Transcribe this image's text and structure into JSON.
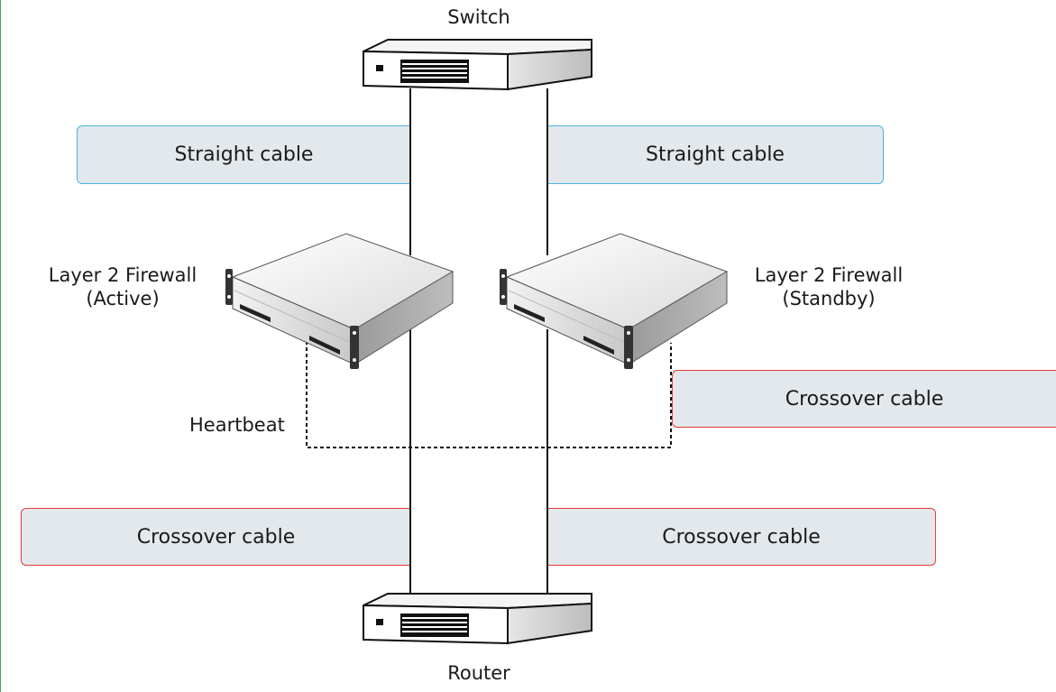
{
  "devices": {
    "switch": "Switch",
    "router": "Router",
    "firewall_active": [
      "Layer 2 Firewall",
      "(Active)"
    ],
    "firewall_standby": [
      "Layer 2 Firewall",
      "(Standby)"
    ]
  },
  "links": {
    "heartbeat": "Heartbeat",
    "straight_left": "Straight cable",
    "straight_right": "Straight cable",
    "crossover_heartbeat": "Crossover cable",
    "crossover_left": "Crossover cable",
    "crossover_right": "Crossover cable"
  },
  "colors": {
    "straight_border": "#4db4dc",
    "crossover_border": "#e43a3a",
    "label_fill": "#e2e8eb",
    "frame_rule": "#3cb043"
  }
}
